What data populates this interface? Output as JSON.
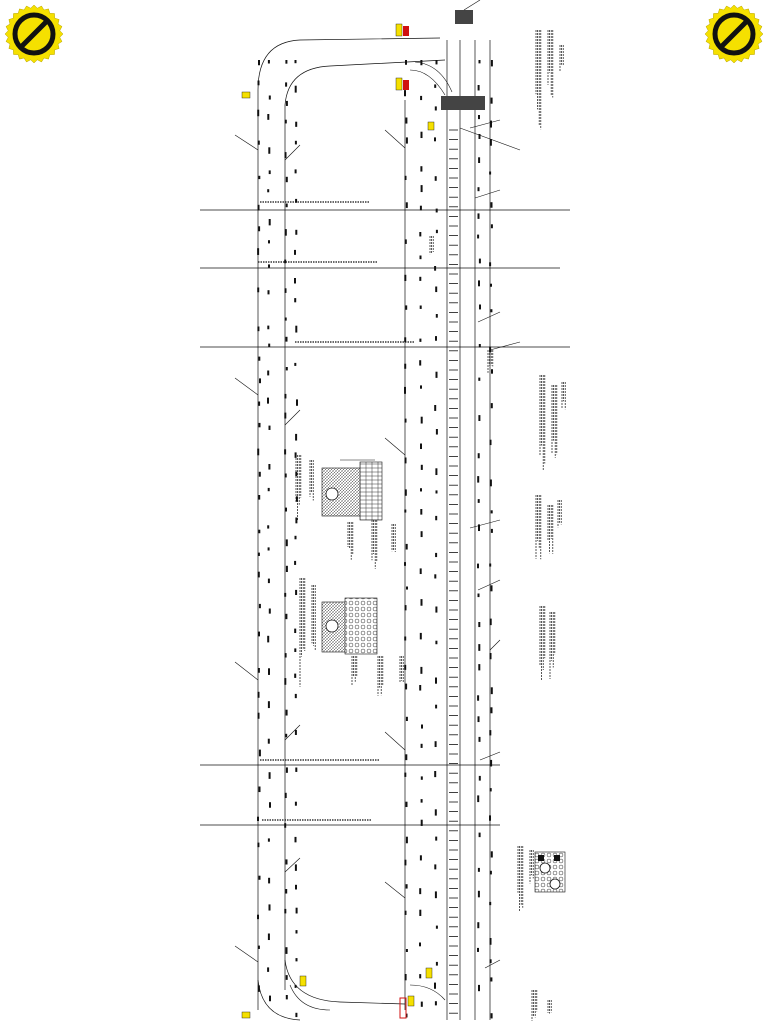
{
  "sheet": {
    "kind": "engineering plan drawing (rotated, illegible annotations)",
    "colors": {
      "line": "#111111",
      "badge_fill": "#f5e000",
      "badge_ring": "#111111",
      "callout_yellow": "#f5e000",
      "callout_red": "#d01010"
    }
  },
  "badges": [
    {
      "name": "no-entry-icon-left",
      "icon": "no-entry-icon"
    },
    {
      "name": "no-entry-icon-right",
      "icon": "no-entry-icon"
    }
  ],
  "notes": {
    "top_right_1": "",
    "top_right_2": "",
    "mid_right_1": "",
    "mid_right_2": "",
    "bottom_right": ""
  }
}
